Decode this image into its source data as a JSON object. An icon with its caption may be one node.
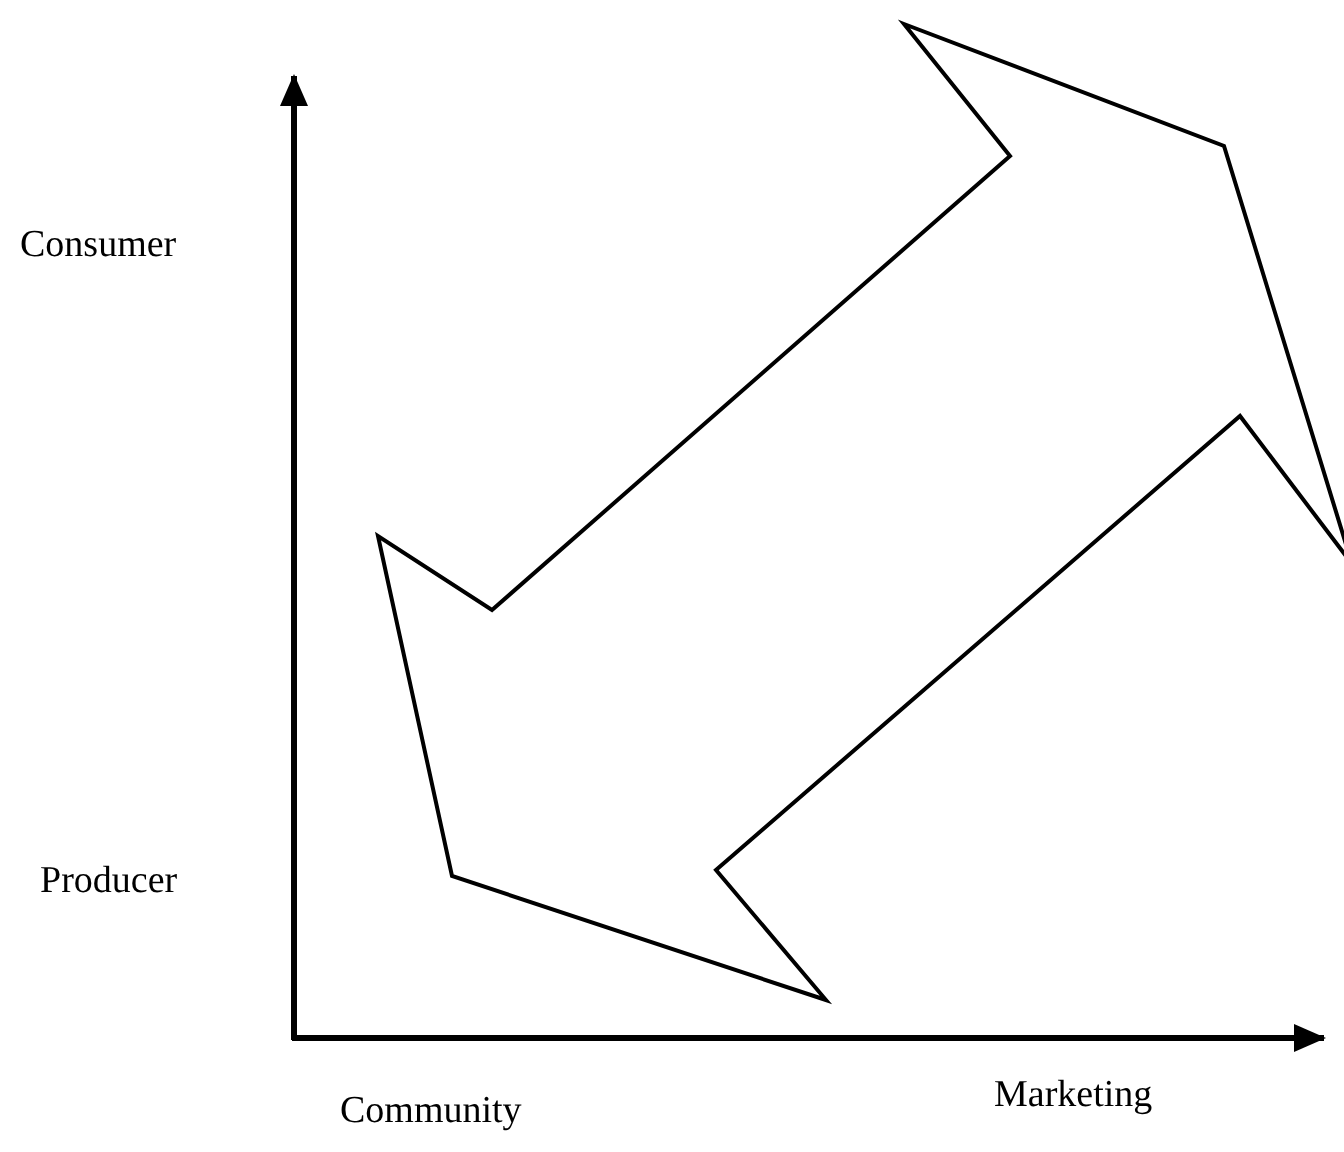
{
  "diagram": {
    "labels": [
      "Consumer",
      "Producer",
      "Community",
      "Marketing"
    ]
  }
}
